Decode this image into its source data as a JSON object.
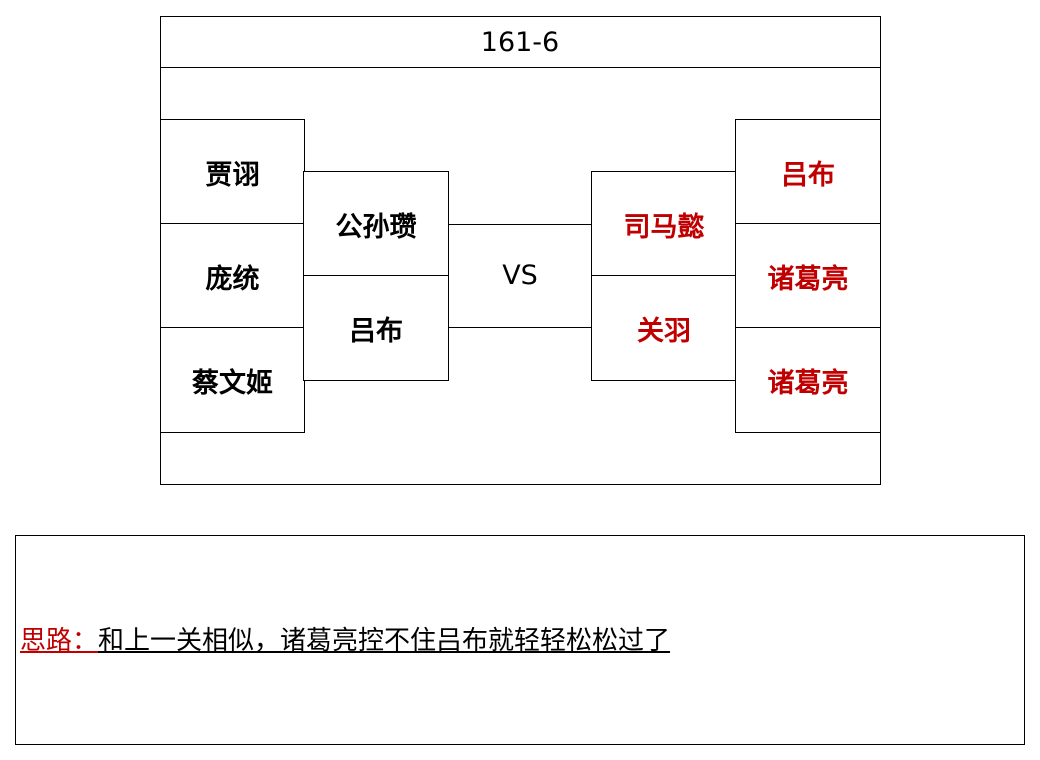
{
  "stage": {
    "title": "161-6",
    "vs_label": "VS",
    "left_outer": [
      "贾诩",
      "庞统",
      "蔡文姬"
    ],
    "left_inner": [
      "公孙瓒",
      "吕布"
    ],
    "right_inner": [
      "司马懿",
      "关羽"
    ],
    "right_outer": [
      "吕布",
      "诸葛亮",
      "诸葛亮"
    ]
  },
  "note": {
    "label": "思路：",
    "text": "和上一关相似，诸葛亮控不住吕布就轻轻松松过了"
  },
  "colors": {
    "enemy_text": "#c00000",
    "line": "#000000"
  }
}
